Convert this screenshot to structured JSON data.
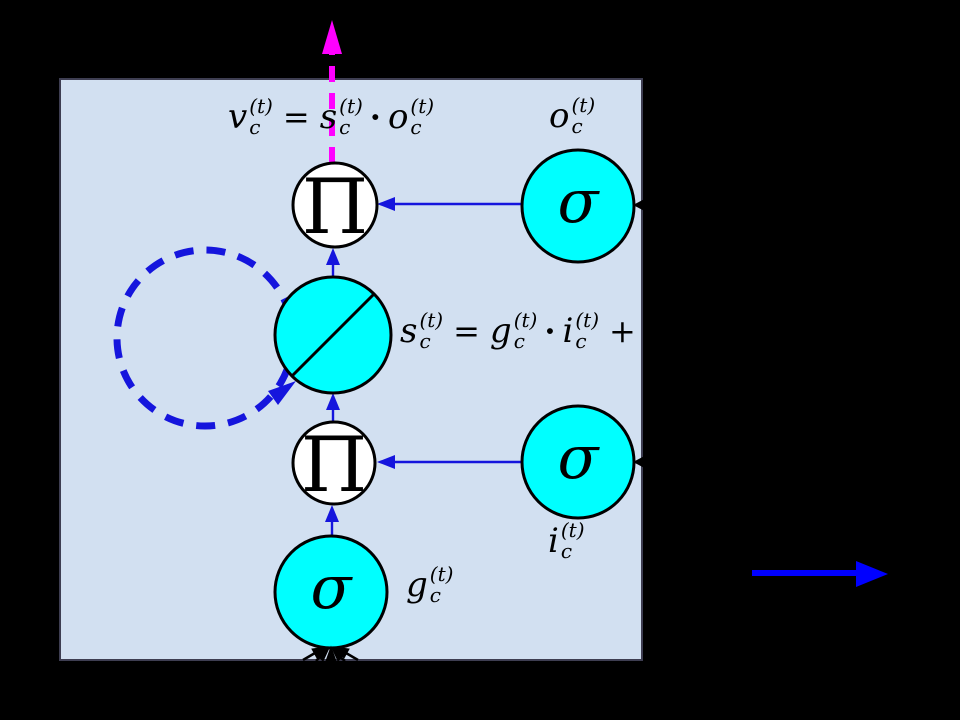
{
  "scene": {
    "background": "#000000"
  },
  "cell_box": {
    "fill": "#d2e0f1",
    "border": "#3e3e52"
  },
  "colors": {
    "node_fill": "#00ffff",
    "product_fill": "#ffffff",
    "node_stroke": "#000000",
    "arrow": "#1515dd",
    "recurrent": "#1515dd",
    "state_arrow": "#ff00ff",
    "output_arrow": "#0000ff",
    "incoming": "#000000"
  },
  "nodes": {
    "top_product": "Π",
    "output_gate": "σ",
    "mid_product": "Π",
    "input_gate": "σ",
    "input_node": "σ"
  },
  "math": {
    "v": {
      "base": "v",
      "sub": "c",
      "sup": "(t)"
    },
    "s": {
      "base": "s",
      "sub": "c",
      "sup": "(t)"
    },
    "o": {
      "base": "o",
      "sub": "c",
      "sup": "(t)"
    },
    "g": {
      "base": "g",
      "sub": "c",
      "sup": "(t)"
    },
    "i": {
      "base": "i",
      "sub": "c",
      "sup": "(t)"
    },
    "equals": "=",
    "cdot": "·",
    "plus": "+"
  }
}
